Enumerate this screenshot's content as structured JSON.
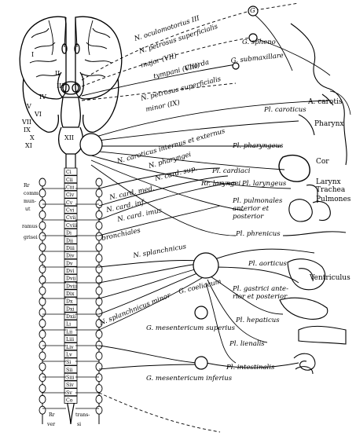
{
  "nerve_labels": [
    {
      "id": "n-oculomotorius",
      "text": "N. oculomotorius III"
    },
    {
      "id": "n-petrosus-superficialis-major",
      "text": "N. petrosus superficialis"
    },
    {
      "id": "major-vii",
      "text": "major (VII)"
    },
    {
      "id": "chorda-tympani",
      "text": "Chorda"
    },
    {
      "id": "tympani-viii",
      "text": "tympani (VIII)"
    },
    {
      "id": "n-petrosus-superficialis-minor",
      "text": "N. petrosus superficialis"
    },
    {
      "id": "minor-ix",
      "text": "minor (IX)"
    },
    {
      "id": "g-ciliare",
      "text": "G"
    },
    {
      "id": "g-sphenopalatinum",
      "text": "G. spheno"
    },
    {
      "id": "g-submaxillare",
      "text": "G. submaxillare"
    },
    {
      "id": "n-caroticus-internus",
      "text": "N. caroticus internus et externus"
    },
    {
      "id": "n-pharyngei",
      "text": "N. pharyngei"
    },
    {
      "id": "n-card-sup",
      "text": "N. card. sup."
    },
    {
      "id": "n-card-med",
      "text": "N. card. med."
    },
    {
      "id": "n-card-inf",
      "text": "N. card. inf."
    },
    {
      "id": "n-card-imus",
      "text": "N. card. imus"
    },
    {
      "id": "rr-laryngei",
      "text": "Rr. laryngei"
    },
    {
      "id": "n-bronchiales",
      "text": "bronchiales"
    },
    {
      "id": "n-splanchnicus",
      "text": "N. splanchnicus"
    },
    {
      "id": "n-splanchnicus-minor",
      "text": "N. splanchnicus minor"
    },
    {
      "id": "g-coeliacum",
      "text": "G. coeliacum"
    },
    {
      "id": "g-mesentericum-sup",
      "text": "G. mesentericum superius"
    },
    {
      "id": "g-mesentericum-inf",
      "text": "G. mesentericum inferius"
    },
    {
      "id": "pl-caroticus",
      "text": "Pl. caroticus"
    },
    {
      "id": "pl-pharyngeus",
      "text": "Pl. pharyngeus"
    },
    {
      "id": "pl-cardiaci",
      "text": "Pl. cardiaci"
    },
    {
      "id": "pl-laryngeus",
      "text": "Pl. laryngeus"
    },
    {
      "id": "pl-pulmonales",
      "text": "Pl. pulmonales"
    },
    {
      "id": "anterior-et-posterior",
      "text": "anterior et"
    },
    {
      "id": "posterior",
      "text": "posterior"
    },
    {
      "id": "pl-phrenicus",
      "text": "Pl. phrenicus"
    },
    {
      "id": "pl-aorticus",
      "text": "Pl. aorticus"
    },
    {
      "id": "pl-gastrici",
      "text": "Pl. gastrici ante-"
    },
    {
      "id": "rior-et-posterior",
      "text": "rior et posterior"
    },
    {
      "id": "pl-hepaticus",
      "text": "Pl. hepaticus"
    },
    {
      "id": "pl-lienalis",
      "text": "Pl. lienalis"
    },
    {
      "id": "pl-intestinalis",
      "text": "Pl. intestinalis"
    }
  ],
  "organ_labels": [
    {
      "id": "a-carotis",
      "text": "A. carotis"
    },
    {
      "id": "pharynx",
      "text": "Pharynx"
    },
    {
      "id": "cor",
      "text": "Cor"
    },
    {
      "id": "larynx",
      "text": "Larynx"
    },
    {
      "id": "trachea",
      "text": "Trachea"
    },
    {
      "id": "pulmones",
      "text": "Pulmones"
    },
    {
      "id": "ventriculus",
      "text": "Ventriculus"
    }
  ],
  "cranial_labels": [
    "I",
    "II",
    "III",
    "IV",
    "V",
    "VI",
    "VII",
    "IX",
    "X",
    "XI",
    "XII"
  ],
  "spinal_segments": [
    "Ci",
    "Cii",
    "Ciii",
    "Civ",
    "Cv",
    "Cvi",
    "Cvii",
    "Cviii",
    "Di",
    "Dii",
    "Diii",
    "Div",
    "Dv",
    "Dvi",
    "Dvii",
    "Dviii",
    "Dix",
    "Dx",
    "Dxi",
    "Dxii",
    "Li",
    "Lii",
    "Liii",
    "Liv",
    "Lv",
    "Si",
    "Sii",
    "Siii",
    "Siv",
    "Sv",
    "Co"
  ],
  "left_side_labels": [
    {
      "id": "rr-comm",
      "text": "Rr"
    },
    {
      "id": "comm-line",
      "text": "comm"
    },
    {
      "id": "comm-ut",
      "text": "mun-"
    },
    {
      "id": "comm-ut2",
      "text": "ut"
    },
    {
      "id": "rr-ramus",
      "text": "ramus"
    },
    {
      "id": "grisei",
      "text": "grisei"
    }
  ],
  "bottom_labels": [
    {
      "id": "rr-bottom",
      "text": "Rr"
    },
    {
      "id": "trans",
      "text": "trans-"
    },
    {
      "id": "ver",
      "text": "ver"
    },
    {
      "id": "si",
      "text": "si"
    }
  ]
}
